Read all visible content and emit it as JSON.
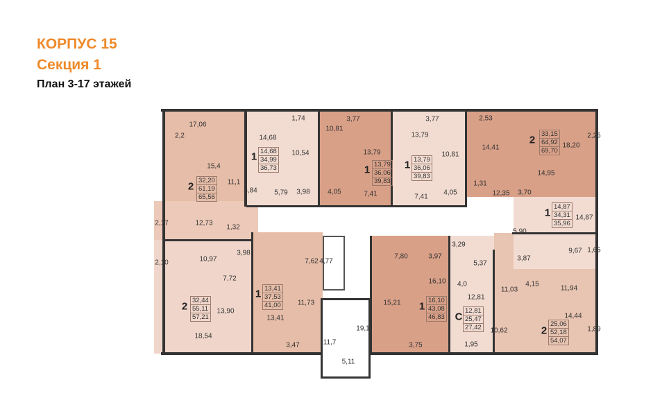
{
  "header": {
    "title": "КОРПУС 15",
    "section": "Секция 1",
    "plan": "План 3-17 этажей"
  },
  "colors": {
    "accent": "#ee8a2a",
    "light": "#f2dcd2",
    "medium": "#e6bda8",
    "dark": "#d9a088",
    "wall": "#333333"
  },
  "apartments": [
    {
      "rooms": "2",
      "living": "32,20",
      "total": "61,19",
      "total_with_balcony": "65,56"
    },
    {
      "rooms": "1",
      "living": "14,68",
      "total": "34,99",
      "total_with_balcony": "36,73"
    },
    {
      "rooms": "1",
      "living": "13,79",
      "total": "36,06",
      "total_with_balcony": "39,83"
    },
    {
      "rooms": "1",
      "living": "13,79",
      "total": "36,06",
      "total_with_balcony": "39,83"
    },
    {
      "rooms": "2",
      "living": "33,15",
      "total": "64,92",
      "total_with_balcony": "69,70"
    },
    {
      "rooms": "1",
      "living": "14,87",
      "total": "34,31",
      "total_with_balcony": "35,96"
    },
    {
      "rooms": "2",
      "living": "32,44",
      "total": "55,11",
      "total_with_balcony": "57,21"
    },
    {
      "rooms": "1",
      "living": "13,41",
      "total": "37,53",
      "total_with_balcony": "41,00"
    },
    {
      "rooms": "1",
      "living": "16,10",
      "total": "43,08",
      "total_with_balcony": "46,83"
    },
    {
      "rooms": "С",
      "living": "12,81",
      "total": "25,47",
      "total_with_balcony": "27,42"
    },
    {
      "rooms": "2",
      "living": "25,06",
      "total": "52,18",
      "total_with_balcony": "54,07"
    }
  ],
  "rooms": [
    "17,06",
    "2,2",
    "15,4",
    "11,1",
    "2,17",
    "12,73",
    "14,68",
    "10,54",
    "1,74",
    "3,84",
    "5,79",
    "3,98",
    "4,05",
    "10,81",
    "13,79",
    "3,77",
    "7,41",
    "3,77",
    "13,79",
    "10,81",
    "4,05",
    "7,41",
    "2,53",
    "14,41",
    "1,31",
    "12,35",
    "3,70",
    "18,20",
    "2,25",
    "14,95",
    "14,87",
    "1,32",
    "2,10",
    "10,97",
    "3,98",
    "7,72",
    "7,62",
    "4,77",
    "13,90",
    "18,54",
    "11,73",
    "13,41",
    "3,47",
    "19,1",
    "11,7",
    "5,11",
    "15,21",
    "7,80",
    "3,97",
    "16,10",
    "5,90",
    "3,29",
    "5,37",
    "9,67",
    "1,65",
    "3,87",
    "4,0",
    "12,81",
    "11,03",
    "4,15",
    "11,94",
    "14,44",
    "1,89",
    "10,62",
    "3,75",
    "1,95"
  ]
}
